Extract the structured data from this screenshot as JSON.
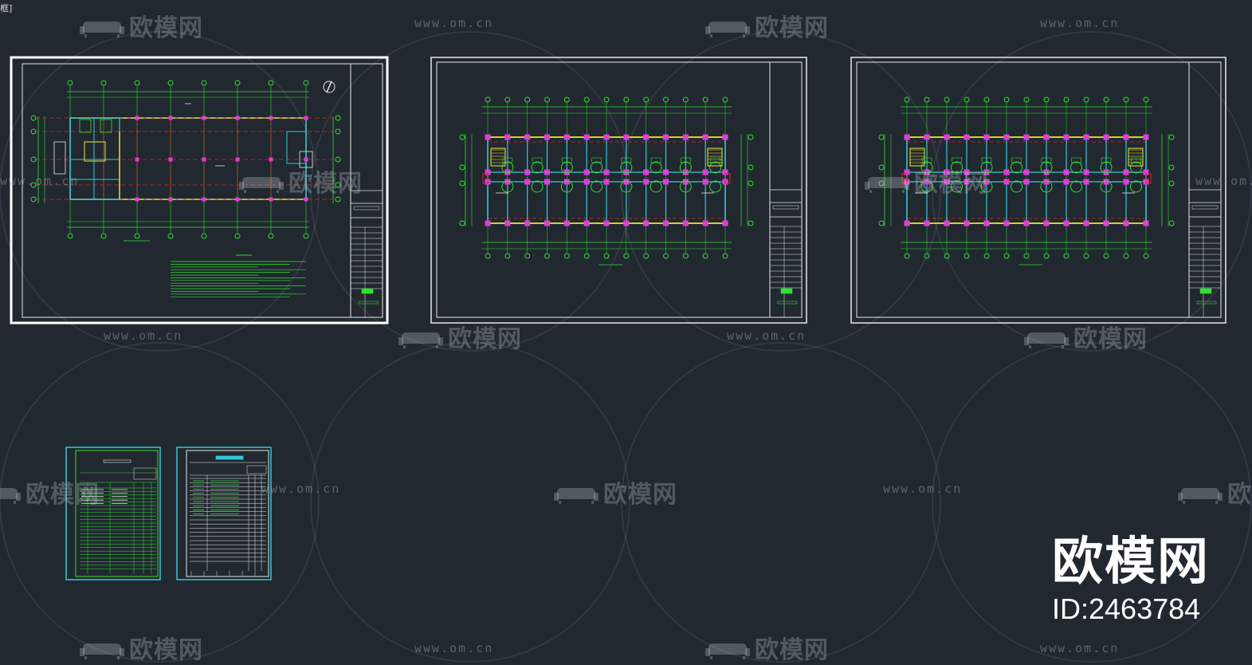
{
  "canvas": {
    "background": "#212830",
    "corner_label": "框]"
  },
  "watermark": {
    "brand_text": "欧模网",
    "url_text": "www.om.cn"
  },
  "brand_stamp": {
    "name": "欧模网",
    "id": "ID:2463784"
  },
  "colors": {
    "green": "#2fe02f",
    "red": "#e02424",
    "cyan": "#33c9d6",
    "yellow": "#f0e62a",
    "magenta": "#e03cd9",
    "white": "#e8e8e8",
    "sheet_border": "#ffffff"
  },
  "drawings": [
    {
      "kind": "floor-plan-ground",
      "selected": true
    },
    {
      "kind": "floor-plan-dormitory"
    },
    {
      "kind": "floor-plan-dormitory"
    },
    {
      "kind": "drawing-index-sheet"
    },
    {
      "kind": "design-notes-sheet"
    }
  ]
}
